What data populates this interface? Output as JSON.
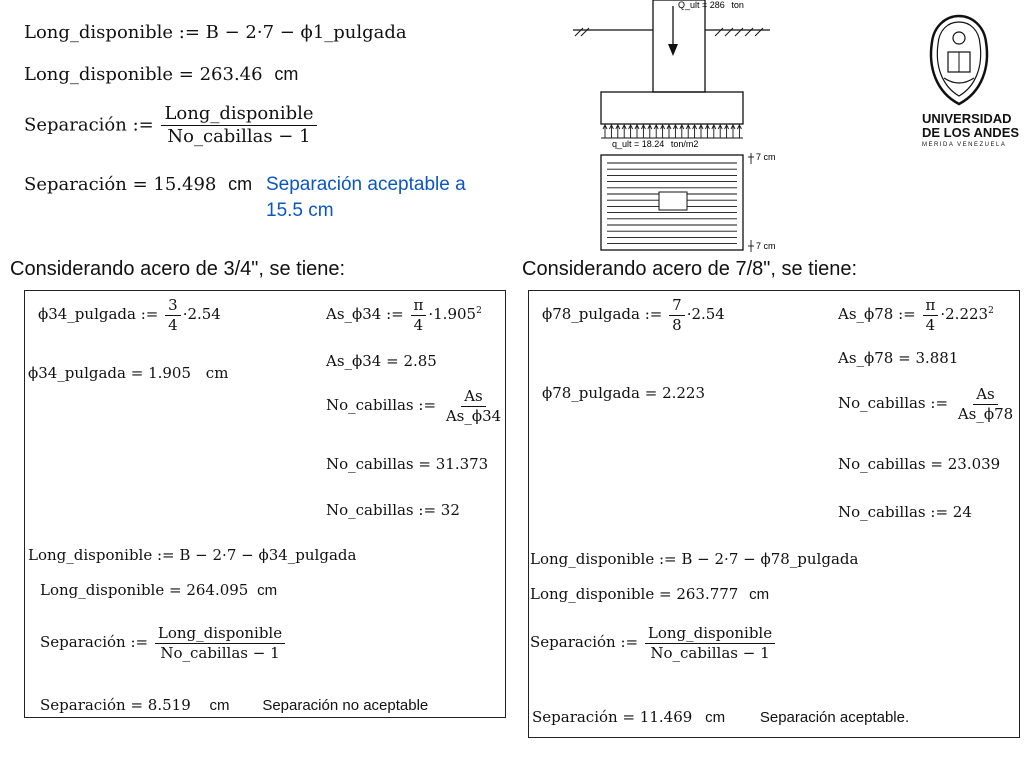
{
  "top_section": {
    "row1": "Long_disponible := B − 2·7 − ϕ1_pulgada",
    "row2_label": "Long_disponible = 263.46",
    "row2_unit": "cm",
    "sep_def_lhs": "Separación :=",
    "sep_def_num": "Long_disponible",
    "sep_def_den": "No_cabillas − 1",
    "sep_result_label": "Separación = 15.498",
    "sep_result_unit": "cm",
    "note_line1": "Separación aceptable a",
    "note_line2": "15.5 cm"
  },
  "diagram": {
    "load_label": "Q_ult = 286",
    "load_unit": "ton",
    "pressure_label": "q_ult = 18.24",
    "pressure_unit": "ton/m2",
    "cover_top": "7 cm",
    "cover_bottom": "7 cm"
  },
  "logo": {
    "line1": "UNIVERSIDAD",
    "line2": "DE LOS ANDES",
    "line3": "MERIDA VENEZUELA"
  },
  "left_panel": {
    "heading": "Considerando acero de 3/4\", se tiene:",
    "phi_def_lhs": "ϕ34_pulgada :=",
    "phi_def_num": "3",
    "phi_def_den": "4",
    "phi_def_tail": "·2.54",
    "phi_result": "ϕ34_pulgada = 1.905",
    "phi_unit": "cm",
    "as_def_lhs": "As_ϕ34 :=",
    "as_def_num": "π",
    "as_def_den": "4",
    "as_def_tail": "·1.905",
    "as_def_exp": "2",
    "as_result": "As_ϕ34 = 2.85",
    "nc_def_lhs": "No_cabillas :=",
    "nc_def_num": "As",
    "nc_def_den": "As_ϕ34",
    "nc_result": "No_cabillas = 31.373",
    "nc_final": "No_cabillas := 32",
    "long_def": "Long_disponible := B − 2·7 − ϕ34_pulgada",
    "long_result": "Long_disponible = 264.095",
    "long_unit": "cm",
    "sep_lhs": "Separación :=",
    "sep_num": "Long_disponible",
    "sep_den": "No_cabillas − 1",
    "sep_result": "Separación = 8.519",
    "sep_unit": "cm",
    "sep_note": "Separación no aceptable"
  },
  "right_panel": {
    "heading": "Considerando acero de 7/8\", se tiene:",
    "phi_def_lhs": "ϕ78_pulgada :=",
    "phi_def_num": "7",
    "phi_def_den": "8",
    "phi_def_tail": "·2.54",
    "phi_result": "ϕ78_pulgada = 2.223",
    "as_def_lhs": "As_ϕ78 :=",
    "as_def_num": "π",
    "as_def_den": "4",
    "as_def_tail": "·2.223",
    "as_def_exp": "2",
    "as_result": "As_ϕ78 = 3.881",
    "nc_def_lhs": "No_cabillas :=",
    "nc_def_num": "As",
    "nc_def_den": "As_ϕ78",
    "nc_result": "No_cabillas = 23.039",
    "nc_final": "No_cabillas := 24",
    "long_def": "Long_disponible := B − 2·7 − ϕ78_pulgada",
    "long_result": "Long_disponible = 263.777",
    "long_unit": "cm",
    "sep_lhs": "Separación :=",
    "sep_num": "Long_disponible",
    "sep_den": "No_cabillas − 1",
    "sep_result": "Separación = 11.469",
    "sep_unit": "cm",
    "sep_note": "Separación aceptable."
  }
}
